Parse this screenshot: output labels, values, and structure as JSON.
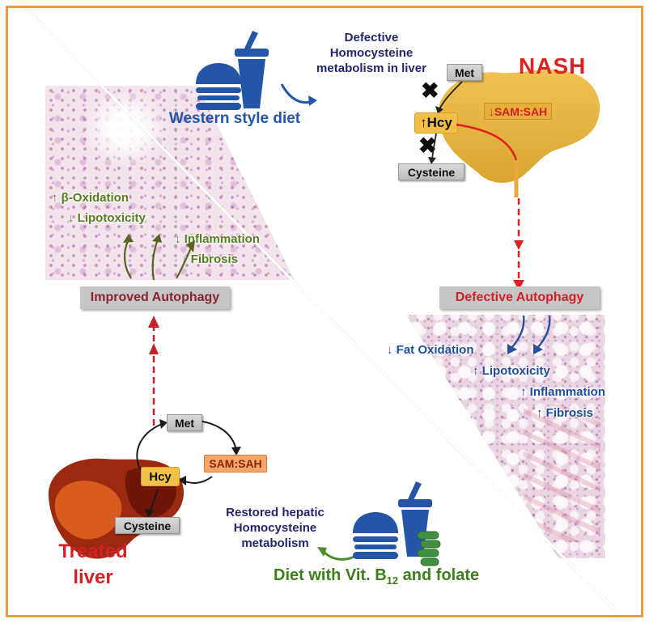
{
  "colors": {
    "frame": "#EF9A3E",
    "navy_text": "#23266B",
    "blue": "#2456A8",
    "red": "#E02020",
    "nash_red": "#E2201F",
    "green": "#3F7E1C",
    "olive_green": "#55801F",
    "gray_box": "#C6C6C6",
    "liver_yellow": "#E9B83F",
    "hcy_yellow": "#F3BE47",
    "salmon": "#F5A66B",
    "maroon": "#8A2430"
  },
  "figure": {
    "top": {
      "defective_lines": [
        "Defective",
        "Homocysteine",
        "metabolism in liver"
      ],
      "western_diet": "Western style diet"
    },
    "nash": {
      "title": "NASH",
      "met": "Met",
      "sam_sah": "↓SAM:SAH",
      "hcy": "↑Hcy",
      "cysteine": "Cysteine",
      "blocked": "✖"
    },
    "right": {
      "autophagy": "Defective Autophagy",
      "items": [
        "↓ Fat Oxidation",
        "↑ Lipotoxicity",
        "↑ Inflammation",
        "↑ Fibrosis"
      ]
    },
    "left": {
      "autophagy": "Improved Autophagy",
      "items": [
        "↑ β-Oxidation",
        "↓ Lipotoxicity",
        "↓ Inflammation",
        "↓ Fibrosis"
      ]
    },
    "treated": {
      "title_lines": [
        "Treated",
        "liver"
      ],
      "met": "Met",
      "hcy": "Hcy",
      "sam_sah": "SAM:SAH",
      "cysteine": "Cysteine"
    },
    "bottom": {
      "restored_lines": [
        "Restored hepatic",
        "Homocysteine",
        "metabolism"
      ],
      "diet_prefix": "Diet with Vit. B",
      "diet_sub": "12",
      "diet_suffix": " and folate"
    }
  }
}
